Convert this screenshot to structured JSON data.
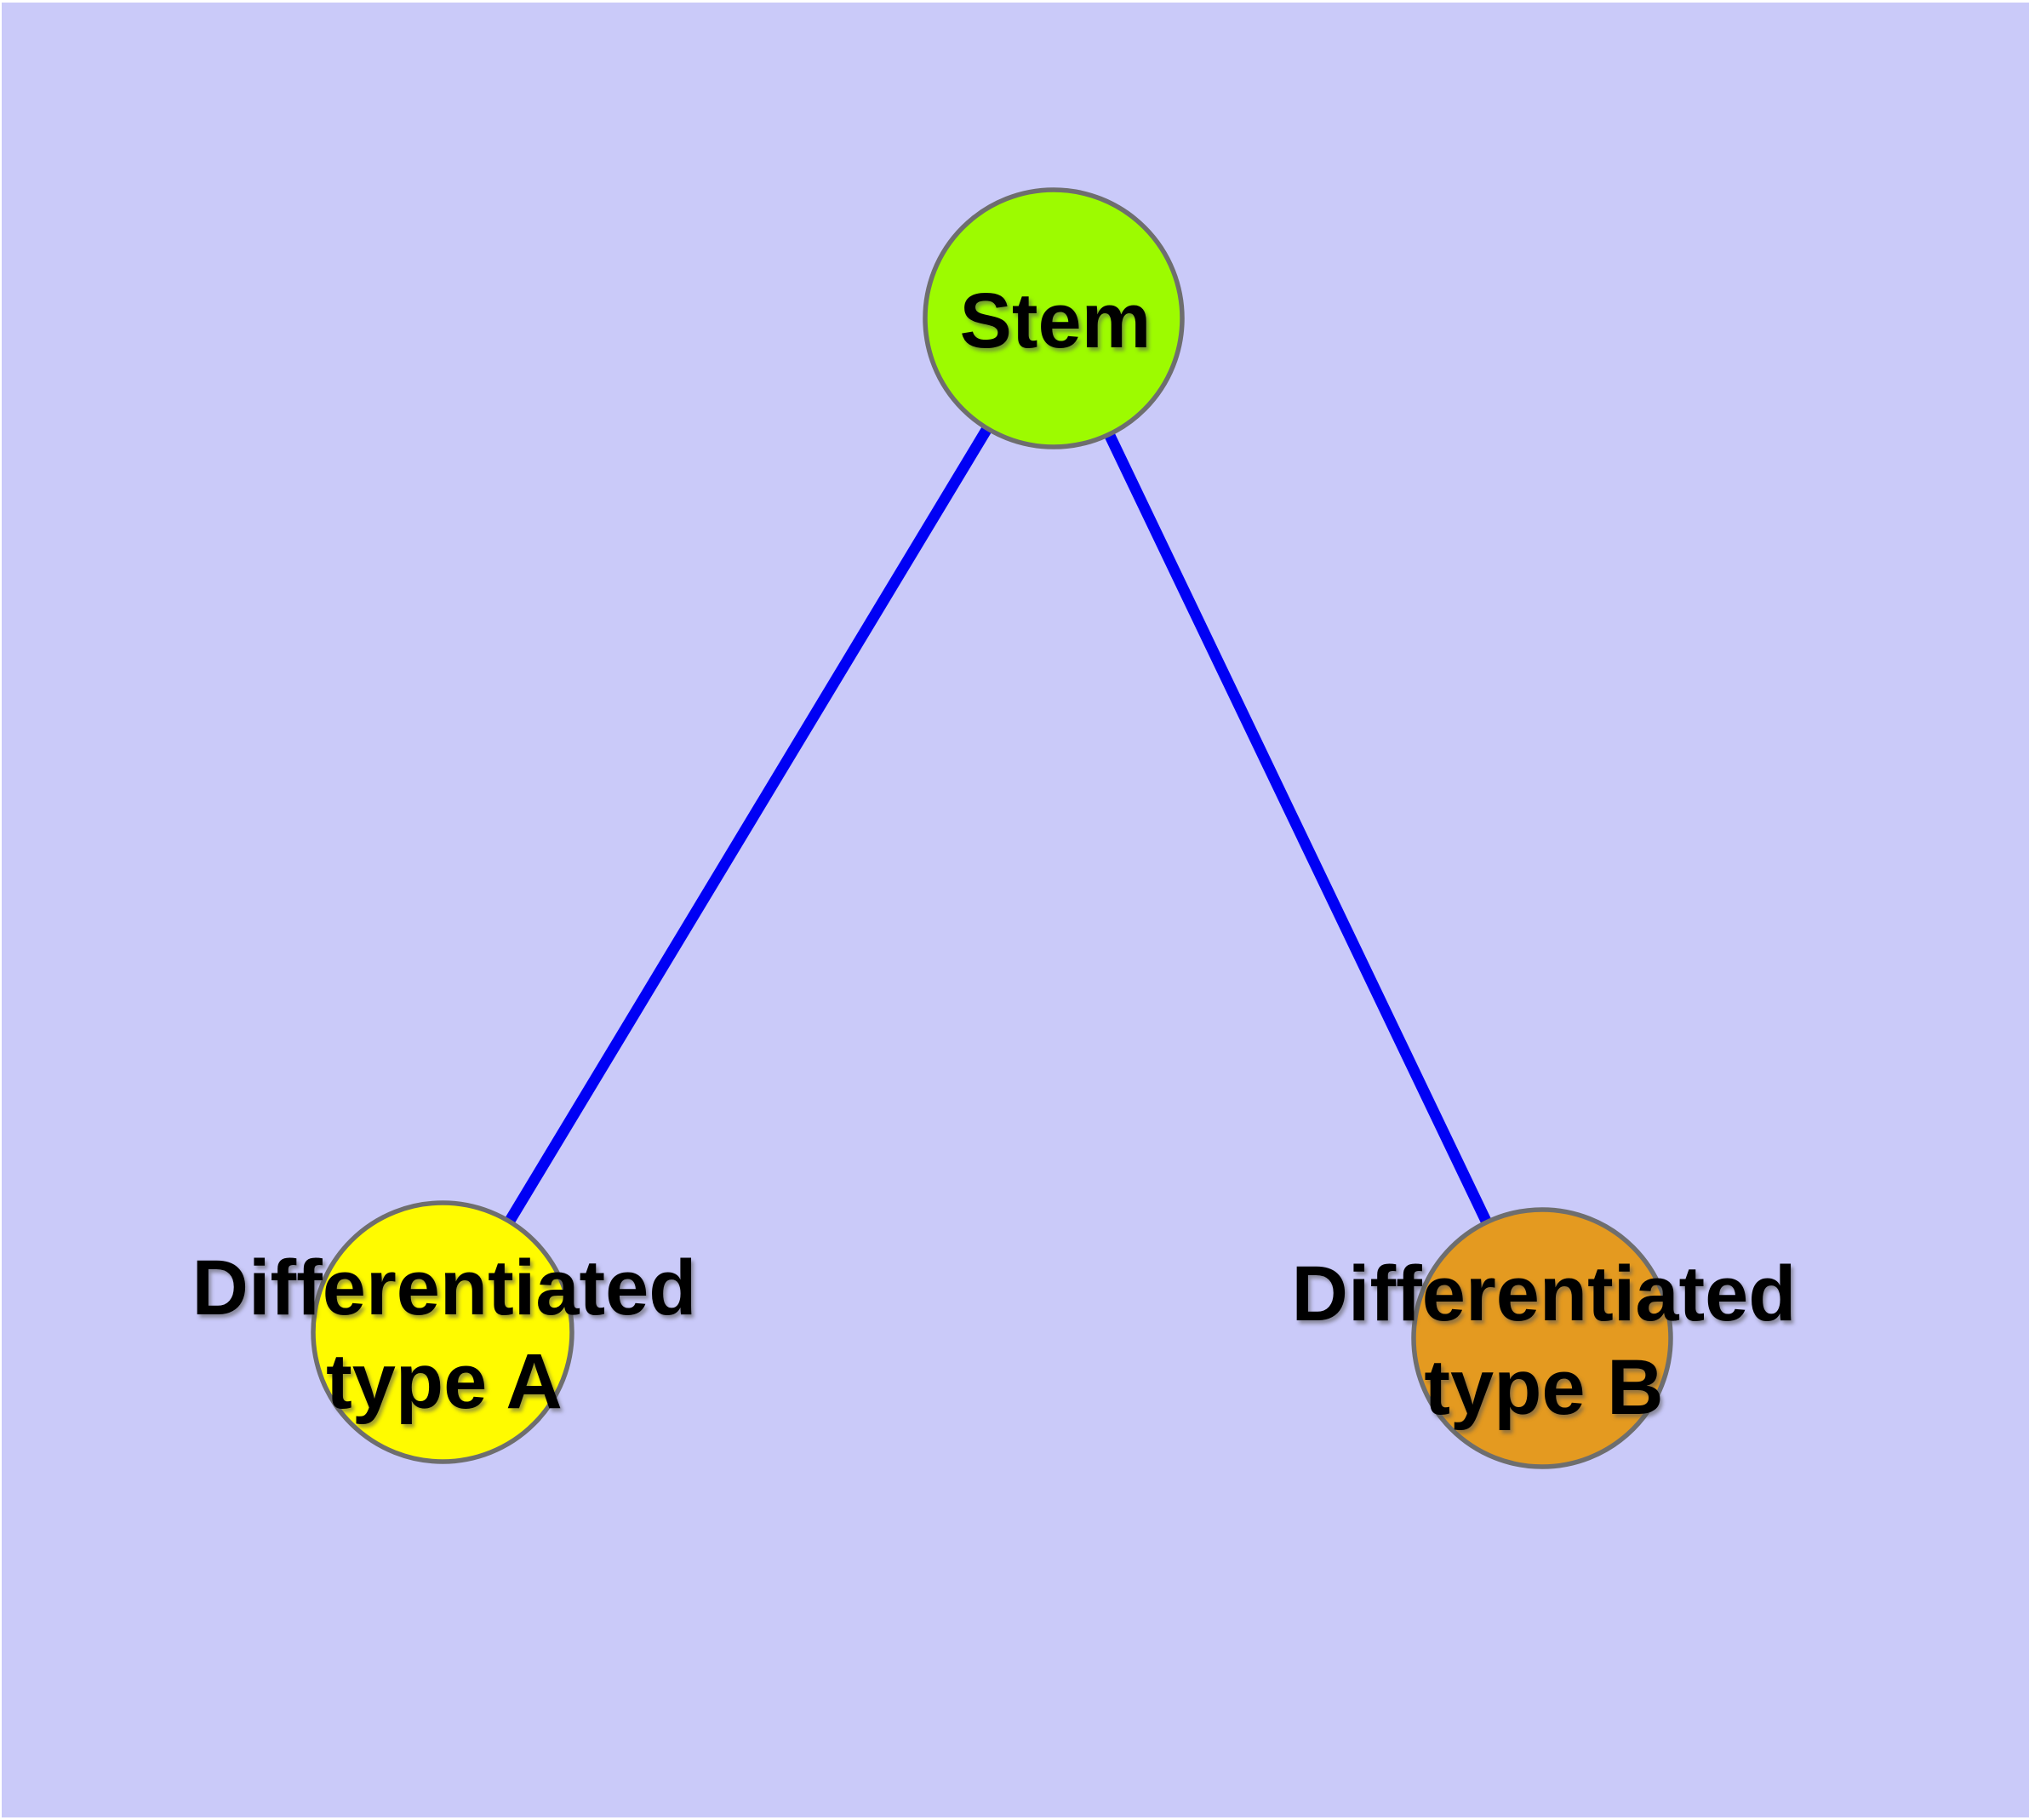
{
  "diagram": {
    "type": "node-link-tree",
    "background_color": "#CACAF9",
    "frame_color": "#FFFFFF",
    "edge_color": "#0000F5",
    "node_border_color": "#6E6E6E",
    "label_color": "#000000",
    "nodes": [
      {
        "id": "stem",
        "label": "Stem",
        "label_lines": [
          "Stem"
        ],
        "fill_color": "#9DFB00"
      },
      {
        "id": "differentiated-type-a",
        "label": "Differentiated type A",
        "label_lines": [
          "Differentiated",
          "type A"
        ],
        "fill_color": "#FFFB00"
      },
      {
        "id": "differentiated-type-b",
        "label": "Differentiated type B",
        "label_lines": [
          "Differentiated",
          "type B"
        ],
        "fill_color": "#E49A20"
      }
    ],
    "edges": [
      {
        "from": "Stem",
        "to": "Differentiated type A"
      },
      {
        "from": "Stem",
        "to": "Differentiated type B"
      }
    ]
  }
}
